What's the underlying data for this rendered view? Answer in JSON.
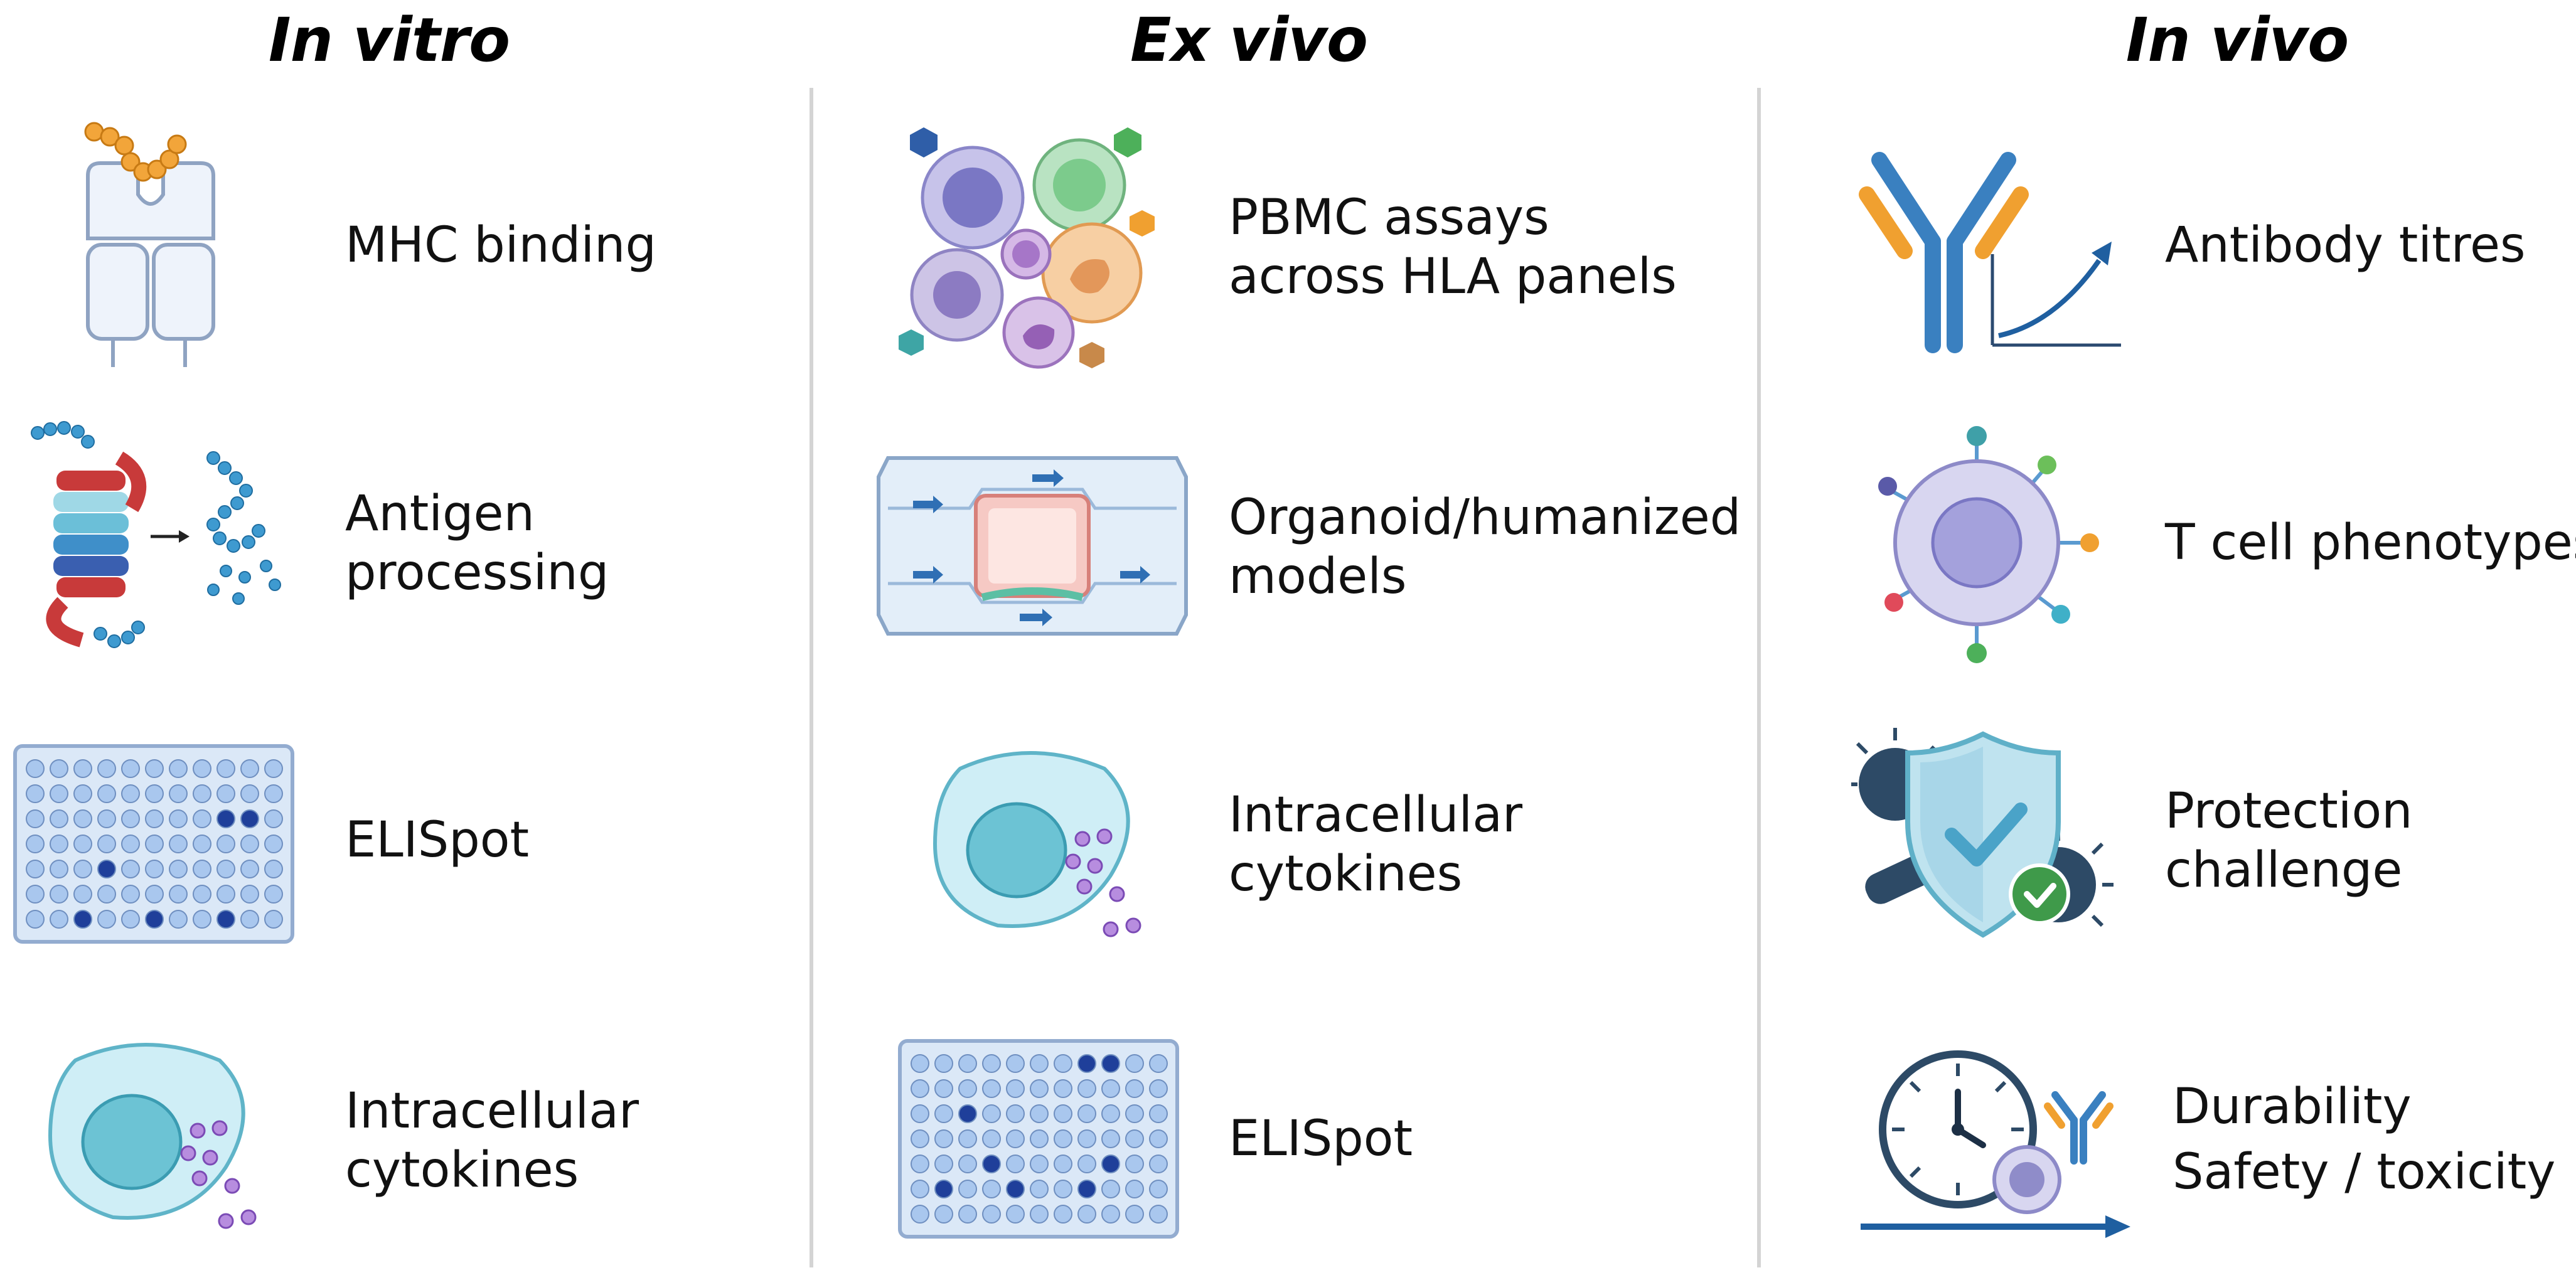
{
  "columns": [
    {
      "title": "In vitro",
      "items": [
        {
          "icon": "mhc-binding-icon",
          "lines": [
            "MHC binding"
          ]
        },
        {
          "icon": "antigen-processing-icon",
          "lines": [
            "Antigen",
            "processing"
          ]
        },
        {
          "icon": "elispot-plate-icon",
          "lines": [
            "ELISpot"
          ]
        },
        {
          "icon": "cell-cytokine-icon",
          "lines": [
            "Intracellular",
            "cytokines"
          ]
        }
      ]
    },
    {
      "title": "Ex vivo",
      "items": [
        {
          "icon": "pbmc-cells-icon",
          "lines": [
            "PBMC assays",
            "across HLA panels"
          ]
        },
        {
          "icon": "organ-chip-icon",
          "lines": [
            "Organoid/humanized",
            "models"
          ]
        },
        {
          "icon": "cell-cytokine-icon",
          "lines": [
            "Intracellular",
            "cytokines"
          ]
        },
        {
          "icon": "elispot-plate-icon",
          "lines": [
            "ELISpot"
          ]
        }
      ]
    },
    {
      "title": "In vivo",
      "items": [
        {
          "icon": "antibody-titre-icon",
          "lines": [
            "Antibody titres"
          ]
        },
        {
          "icon": "t-cell-icon",
          "lines": [
            "T cell phenotypes"
          ]
        },
        {
          "icon": "shield-protection-icon",
          "lines": [
            "Protection",
            "challenge"
          ]
        },
        {
          "icon": "clock-durability-icon",
          "lines": [
            "Durability",
            "Safety / toxicity"
          ]
        }
      ]
    }
  ],
  "colors": {
    "cell_fill": "#cfeef6",
    "cell_stroke": "#5fb4c8",
    "nucleus": "#6cc3d4",
    "cytokine": "#9b6bd0",
    "well_light": "#a9c7ee",
    "well_dark": "#1f3f9a",
    "divider": "#d4d4d4"
  }
}
